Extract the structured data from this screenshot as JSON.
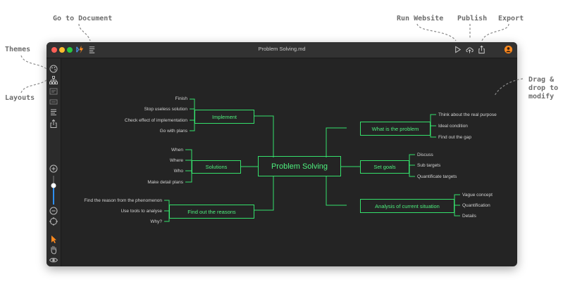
{
  "callouts": {
    "go_to_document": "Go to Document",
    "run_website": "Run Website",
    "publish": "Publish",
    "export": "Export",
    "themes": "Themes",
    "layouts": "Layouts",
    "drag_drop": [
      "Drag &",
      "drop to",
      "modify"
    ]
  },
  "window": {
    "title": "Problem Solving.md",
    "traffic_lights": [
      "#ff5f57",
      "#febc2e",
      "#28c840"
    ],
    "accent": "#35e06b"
  },
  "mindmap": {
    "root": "Problem Solving",
    "implement": {
      "label": "Implement",
      "children": [
        "Finish",
        "Stop useless solution",
        "Check effect of implementation",
        "Go with plans"
      ]
    },
    "solutions": {
      "label": "Solutions",
      "children": [
        "When",
        "Where",
        "Who",
        "Make detail plans"
      ]
    },
    "reasons": {
      "label": "Find out the reasons",
      "children": [
        "Find the reason from the phenomenon",
        "Use tools to analyse",
        "Why?"
      ]
    },
    "problem": {
      "label": "What is the problem",
      "children": [
        "Think about the real purpose",
        "Ideal condition",
        "Find out the gap"
      ]
    },
    "goals": {
      "label": "Set goals",
      "children": [
        "Discuss",
        "Sub targets",
        "Quantificate targets"
      ]
    },
    "analysis": {
      "label": "Analysis of current situation",
      "children": [
        "Vague concept",
        "Quantification",
        "Details"
      ]
    }
  }
}
